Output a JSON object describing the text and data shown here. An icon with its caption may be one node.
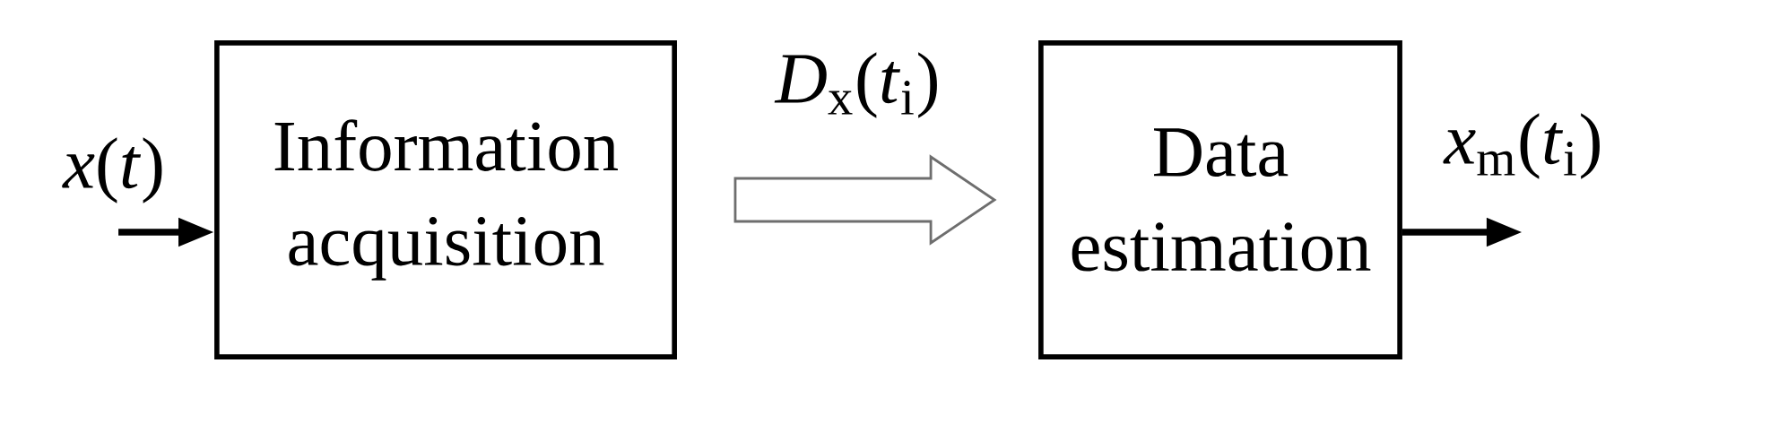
{
  "diagram": {
    "nodes": [
      {
        "text": [
          "Information acquisition"
        ]
      },
      {
        "text": [
          "Data estimation"
        ]
      }
    ],
    "edges": [
      {
        "from": null,
        "to": 0,
        "arrow": "to",
        "label": "*x*(*t*)"
      },
      {
        "from": 0,
        "to": 1,
        "arrow": "to",
        "label": "*D*$_{x}$(*t*$_{i}$)"
      },
      {
        "from": 1,
        "to": null,
        "arrow": "to",
        "label": "*x*$_{m}$(*t*$_{i}$)"
      }
    ]
  }
}
